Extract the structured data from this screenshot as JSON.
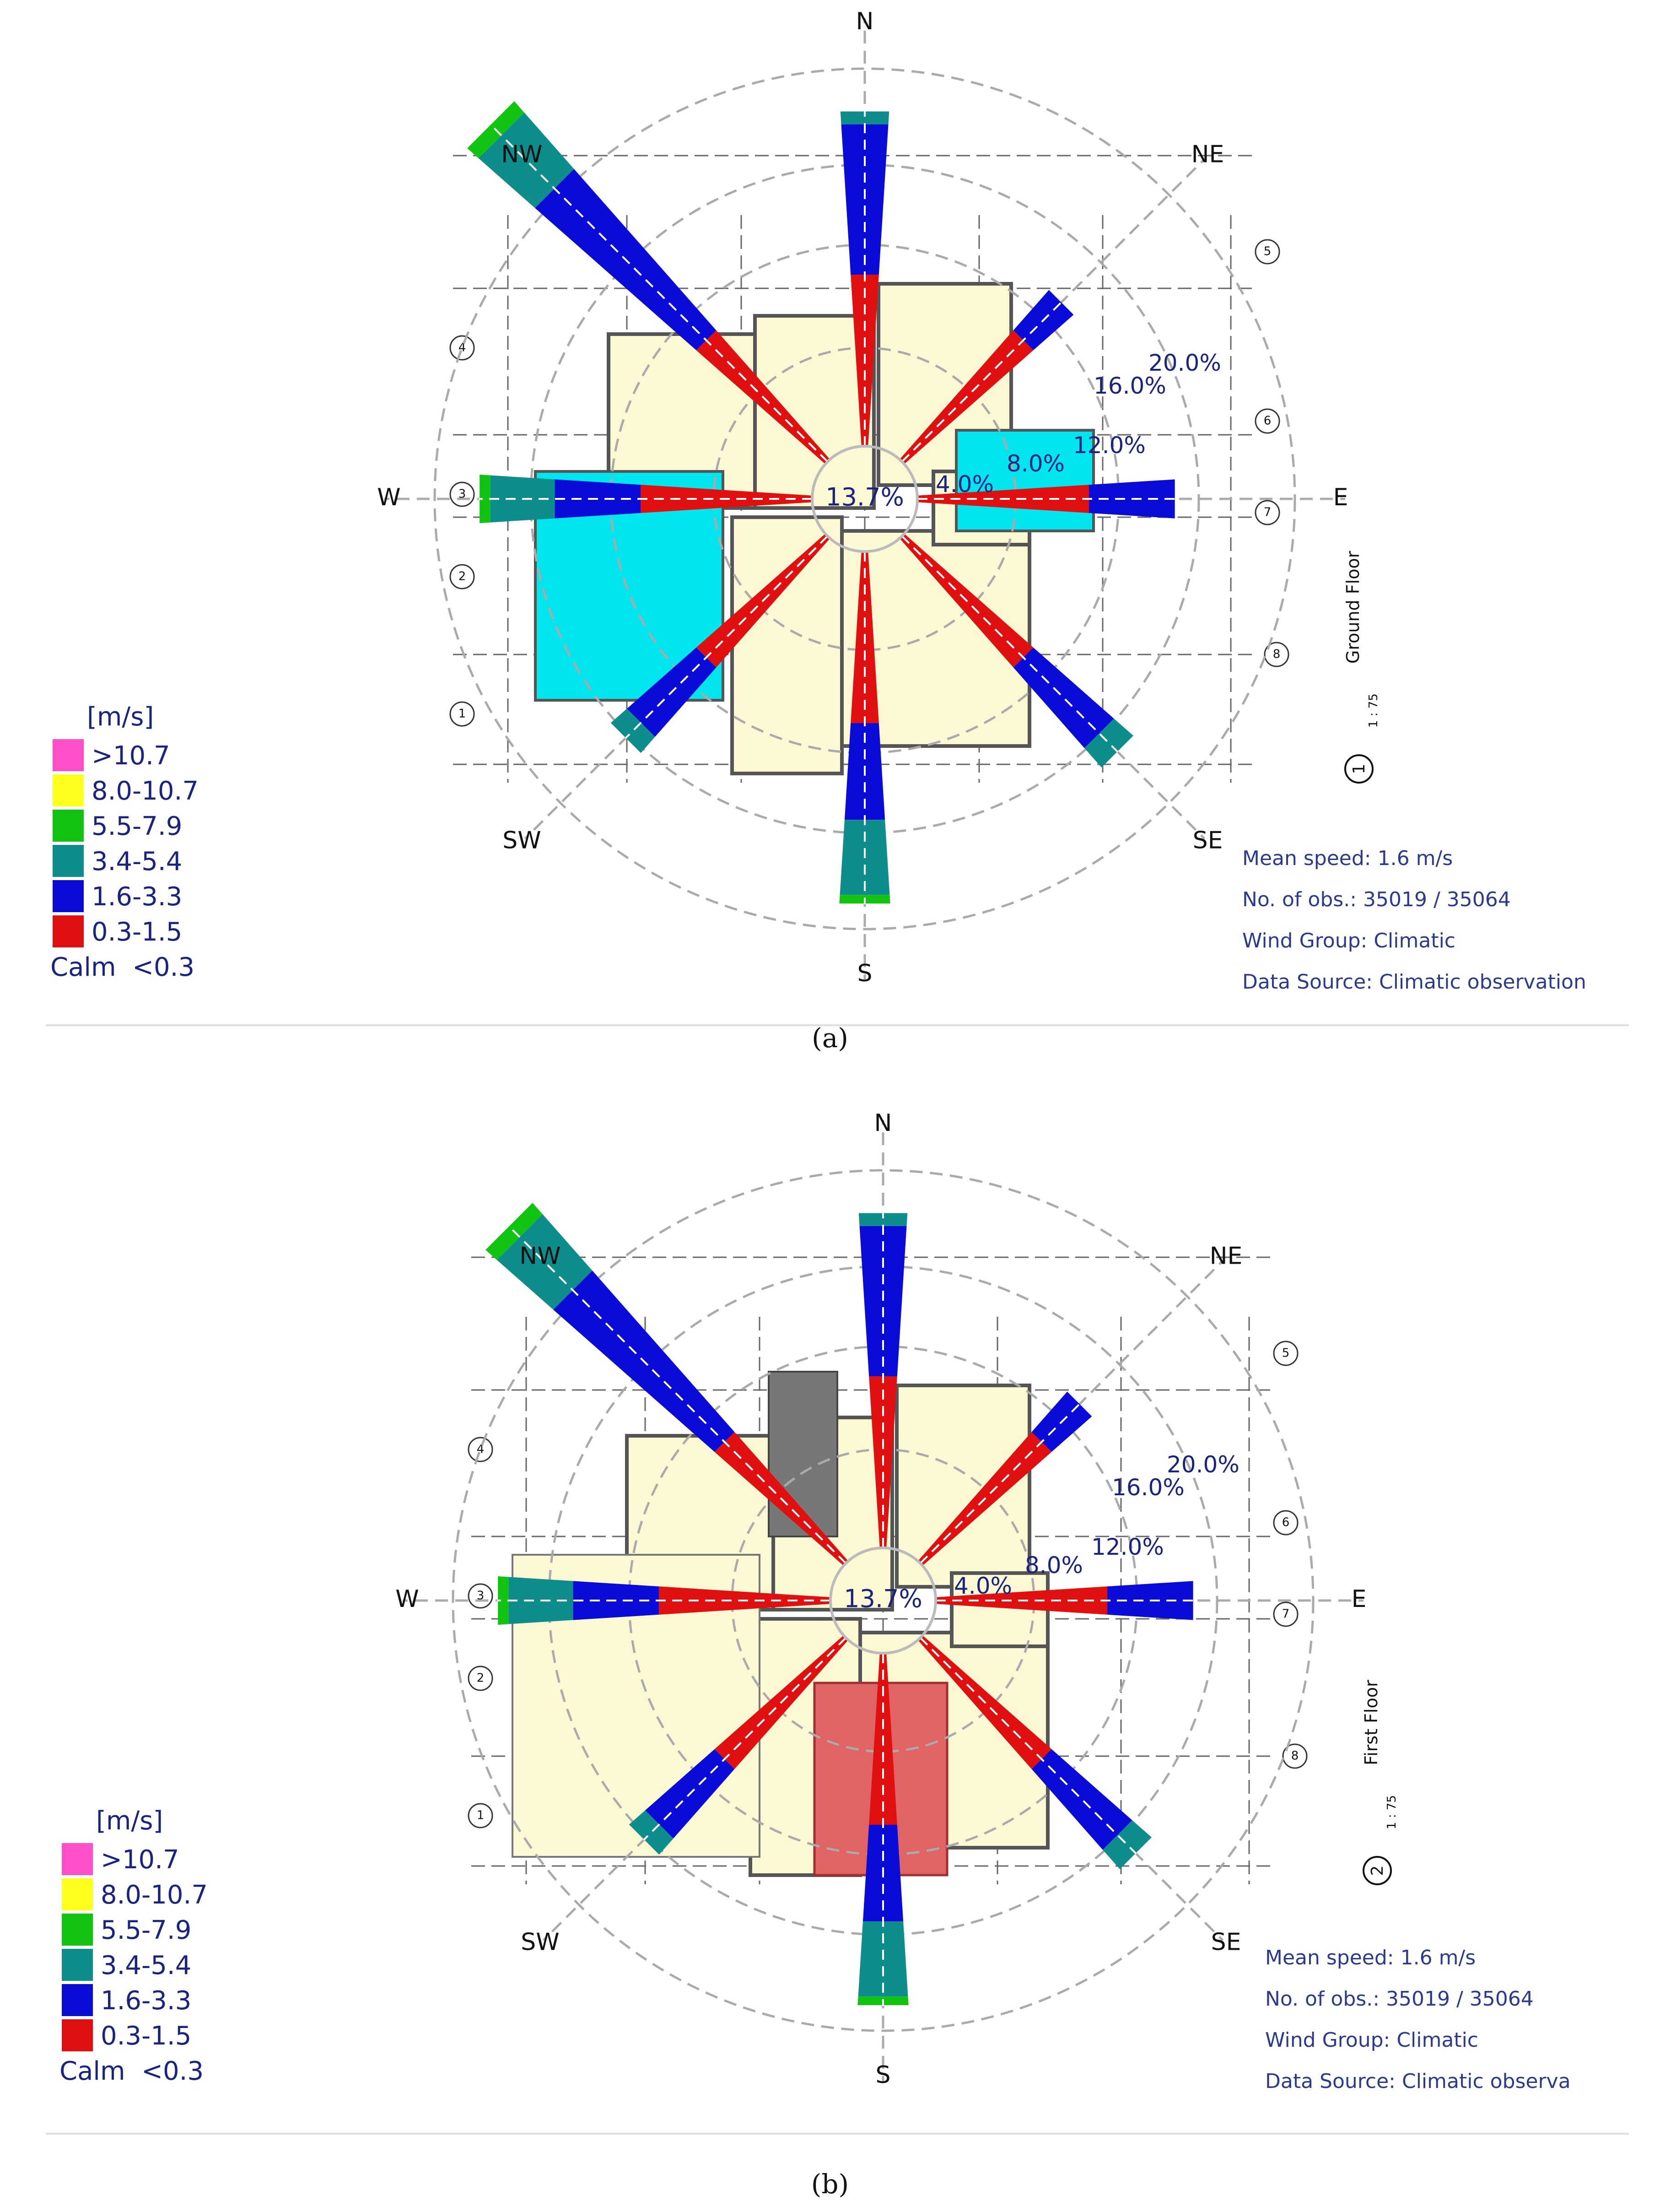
{
  "panels": [
    {
      "id": "a",
      "caption": "(a)",
      "floor_label": "Ground Floor",
      "floor_number": "1",
      "floor_scale": "1 : 75",
      "compass": [
        "N",
        "NE",
        "E",
        "SE",
        "S",
        "SW",
        "W",
        "NW"
      ],
      "ring_labels": [
        "4.0%",
        "8.0%",
        "12.0%",
        "16.0%",
        "20.0%"
      ],
      "calm_percent": "13.7%",
      "grid_numbers": [
        "1",
        "2",
        "3",
        "4",
        "5",
        "6",
        "7",
        "8"
      ],
      "info": {
        "mean_speed": "Mean speed: 1.6 m/s",
        "observations": "No. of obs.: 35019 / 35064",
        "wind_group": "Wind Group: Climatic",
        "data_source": "Data Source: Climatic observation"
      },
      "legend": {
        "unit": "[m/s]",
        "bins": [
          ">10.7",
          "8.0-10.7",
          "5.5-7.9",
          "3.4-5.4",
          "1.6-3.3",
          "0.3-1.5"
        ],
        "calm": "Calm  <0.3"
      }
    },
    {
      "id": "b",
      "caption": "(b)",
      "floor_label": "First Floor",
      "floor_number": "2",
      "floor_scale": "1 : 75",
      "compass": [
        "N",
        "NE",
        "E",
        "SE",
        "S",
        "SW",
        "W",
        "NW"
      ],
      "ring_labels": [
        "4.0%",
        "8.0%",
        "12.0%",
        "16.0%",
        "20.0%"
      ],
      "calm_percent": "13.7%",
      "grid_numbers": [
        "1",
        "2",
        "3",
        "4",
        "5",
        "6",
        "7",
        "8"
      ],
      "info": {
        "mean_speed": "Mean speed: 1.6 m/s",
        "observations": "No. of obs.: 35019 / 35064",
        "wind_group": "Wind Group: Climatic",
        "data_source": "Data Source: Climatic observa"
      },
      "legend": {
        "unit": "[m/s]",
        "bins": [
          ">10.7",
          "8.0-10.7",
          "5.5-7.9",
          "3.4-5.4",
          "1.6-3.3",
          "0.3-1.5"
        ],
        "calm": "Calm  <0.3"
      }
    }
  ],
  "legend_colors": [
    "#ff4fc8",
    "#ffff1e",
    "#11c411",
    "#0f8c8c",
    "#0b0bd8",
    "#e01010"
  ],
  "wind_rose": {
    "directions": [
      "N",
      "NE",
      "E",
      "SE",
      "S",
      "SW",
      "W",
      "NW"
    ],
    "bins": [
      "0.3-1.5",
      "1.6-3.3",
      "3.4-5.4",
      "5.5-7.9"
    ],
    "frequency_percent": {
      "N": [
        8.0,
        7.0,
        0.6,
        0.0
      ],
      "NE": [
        8.0,
        2.5,
        0.0,
        0.0
      ],
      "E": [
        8.0,
        4.0,
        0.0,
        0.0
      ],
      "SE": [
        8.0,
        5.0,
        1.2,
        0.0
      ],
      "S": [
        8.0,
        4.5,
        3.5,
        0.4
      ],
      "SW": [
        8.0,
        4.3,
        1.0,
        0.0
      ],
      "W": [
        8.0,
        4.0,
        3.0,
        0.5
      ],
      "NW": [
        8.0,
        10.0,
        3.5,
        0.7
      ]
    },
    "ring_max_percent": 20.0
  }
}
